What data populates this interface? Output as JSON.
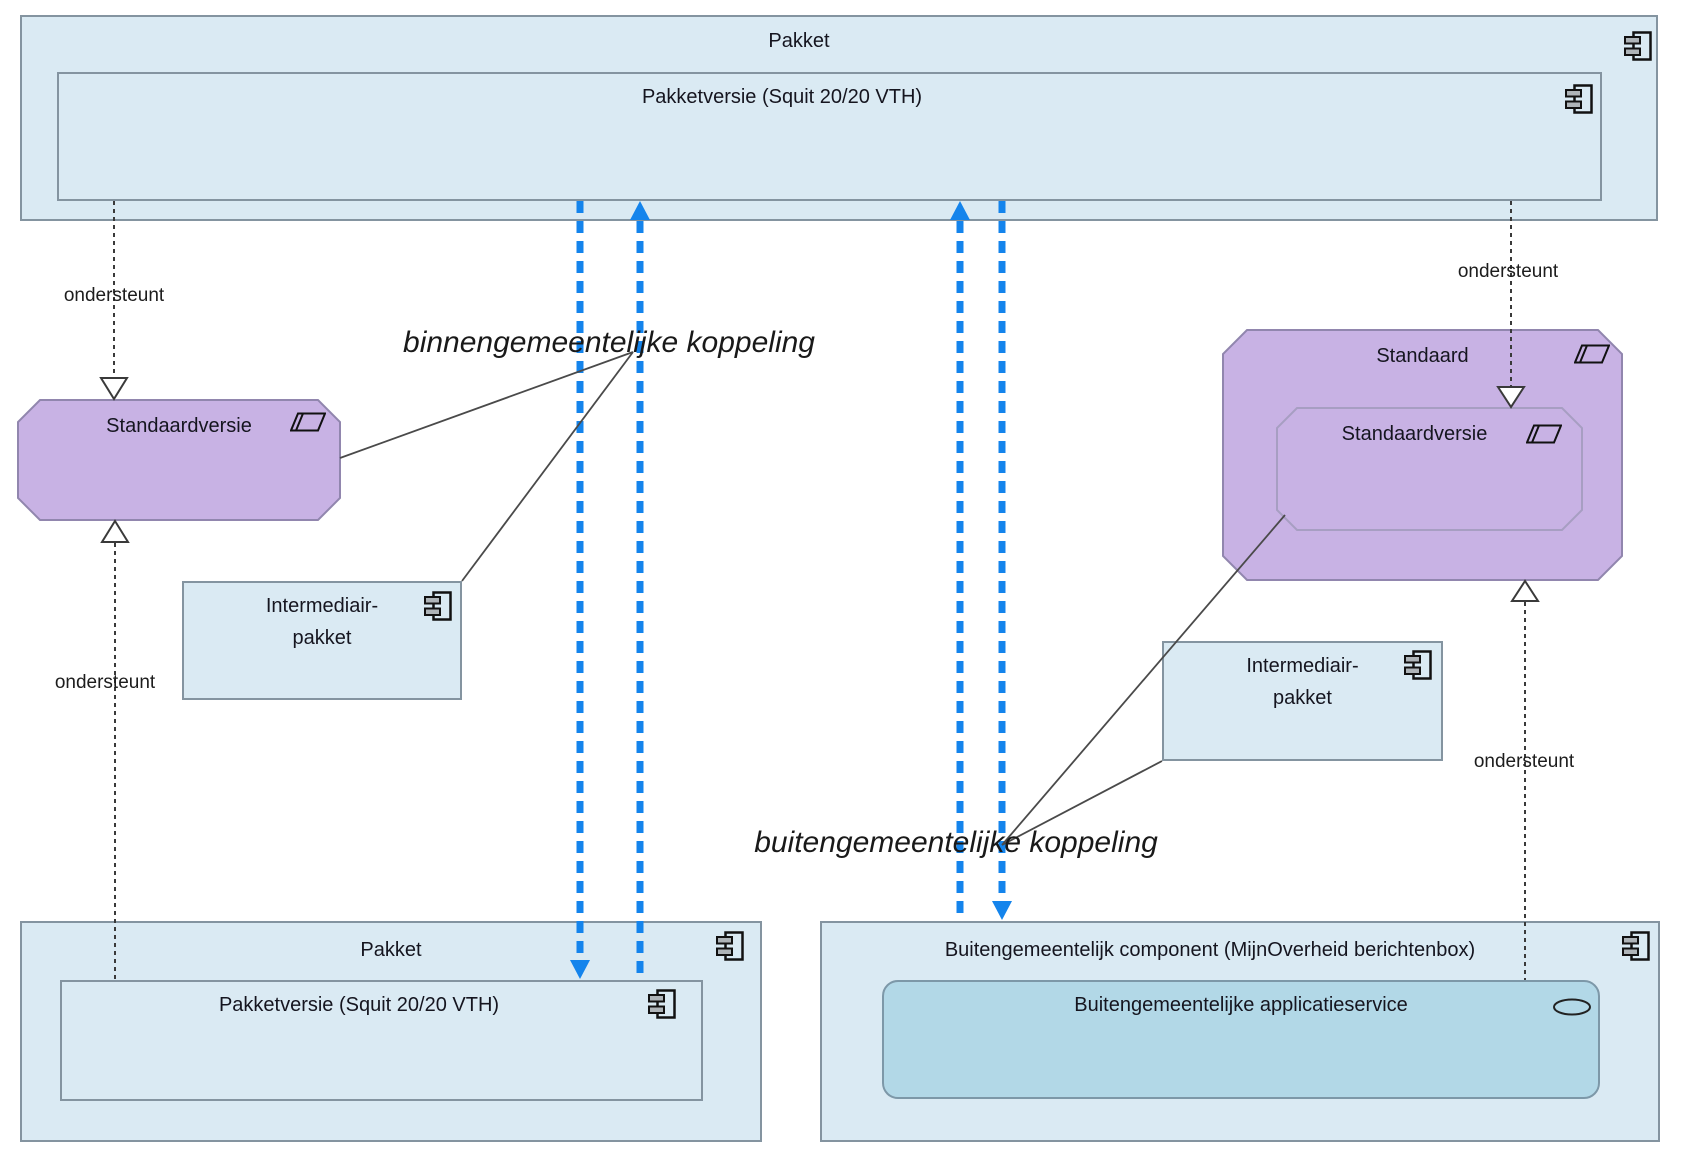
{
  "nodes": {
    "pakket_top": {
      "title": "Pakket",
      "type": "component"
    },
    "pakketversie_top": {
      "title": "Pakketversie (Squit 20/20 VTH)",
      "type": "component"
    },
    "standaardversie_left": {
      "title": "Standaardversie",
      "type": "deliverable"
    },
    "intermediair_pakket_left": {
      "line1": "Intermediair-",
      "line2": "pakket",
      "type": "component"
    },
    "standaard": {
      "title": "Standaard",
      "type": "deliverable"
    },
    "standaardversie_right": {
      "title": "Standaardversie",
      "type": "deliverable"
    },
    "intermediair_pakket_right": {
      "line1": "Intermediair-",
      "line2": "pakket",
      "type": "component"
    },
    "pakket_bottom": {
      "title": "Pakket",
      "type": "component"
    },
    "pakketversie_bottom": {
      "title": "Pakketversie (Squit 20/20 VTH)",
      "type": "component"
    },
    "buitengemeentelijk_component": {
      "title": "Buitengemeentelijk component (MijnOverheid berichtenbox)",
      "type": "component"
    },
    "buitengemeentelijke_applicatieservice": {
      "title": "Buitengemeentelijke applicatieservice",
      "type": "application-service"
    }
  },
  "labels": {
    "supports": "ondersteunt",
    "internal_coupling": "binnengemeentelijke koppeling",
    "external_coupling": "buitengemeentelijke koppeling"
  },
  "colors": {
    "flow_blue": "#1484ec",
    "box_fill": "#daeaf3",
    "box_border": "#8494a0",
    "deliverable_fill": "#c8b2e4",
    "deliverable_border": "#9186ae",
    "deliverable_inner_border": "#a79ec2",
    "service_fill": "#b2d8e7",
    "text": "#15151f"
  },
  "icons": {
    "component": "component-icon",
    "deliverable": "parallelogram-icon",
    "application_service": "oval-icon"
  }
}
